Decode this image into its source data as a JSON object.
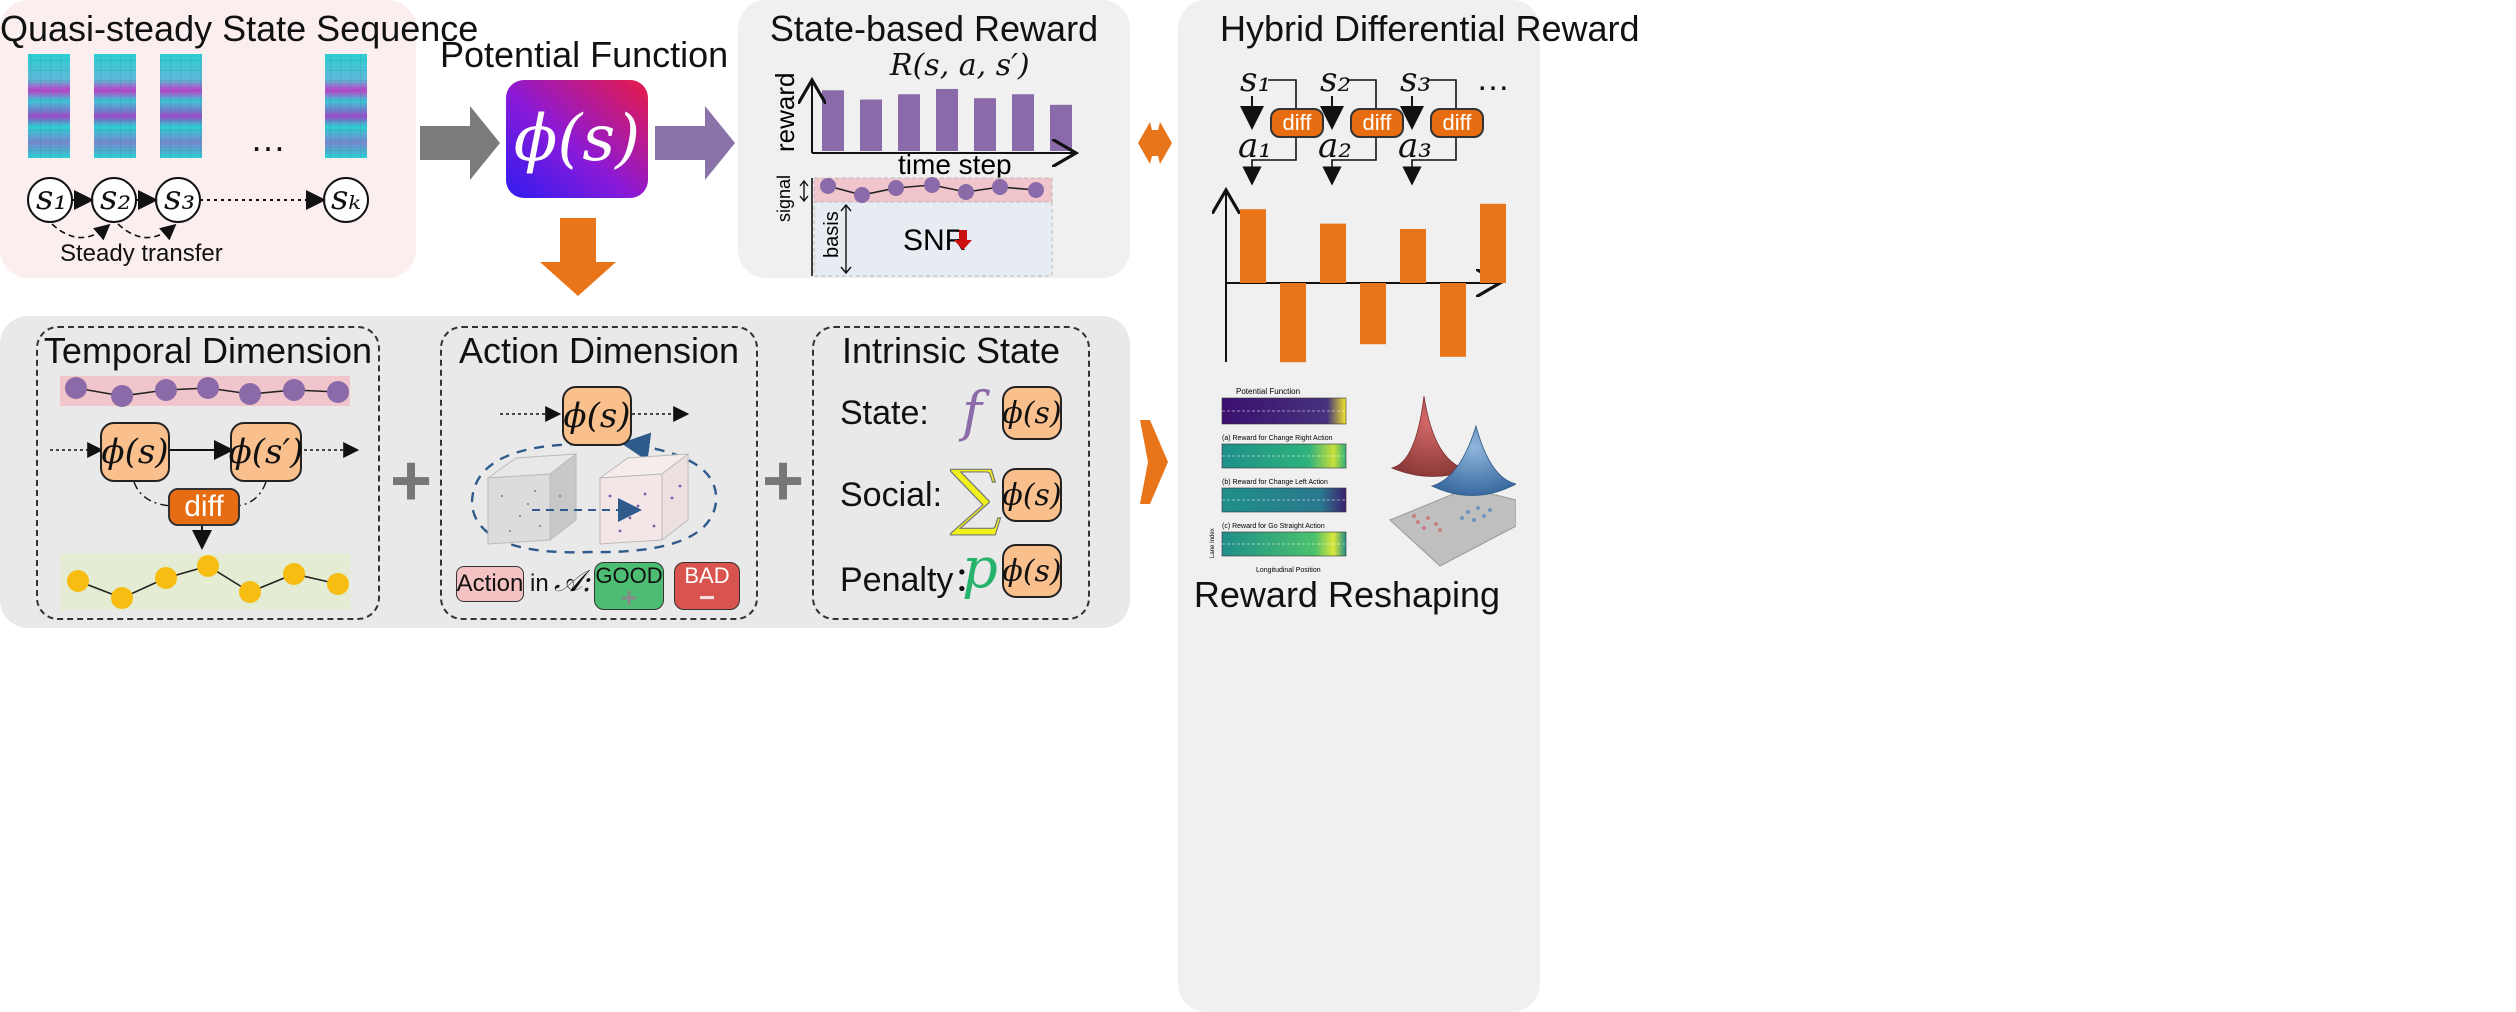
{
  "panels": {
    "sequence": {
      "title": "Quasi-steady State Sequence",
      "states": [
        "s₁",
        "s₂",
        "s₃",
        "sₖ"
      ],
      "ellipsis": "…",
      "transfer_label": "Steady transfer"
    },
    "potential": {
      "title": "Potential Function",
      "formula": "ϕ(s)"
    },
    "state_reward": {
      "title": "State-based Reward",
      "formula": "R(s, a, s′)",
      "ylabel": "reward",
      "xlabel": "time step",
      "signal_label": "signal",
      "basis_label": "basis",
      "snr_label": "SNR"
    },
    "hybrid": {
      "title": "Hybrid Differential Reward",
      "states": [
        "s₁",
        "s₂",
        "s₃"
      ],
      "actions": [
        "a₁",
        "a₂",
        "a₃"
      ],
      "ellipsis": "…",
      "diff_label": "diff"
    },
    "reshaping": {
      "title": "Reward Reshaping",
      "heatmap_titles": [
        "Potential Function",
        "(a) Reward for Change Right Action",
        "(b) Reward for Change Left Action",
        "(c) Reward for Go Straight Action"
      ],
      "heatmap_xlabel": "Longitudinal Position",
      "heatmap_ylabel": "Lane Index"
    },
    "temporal": {
      "title": "Temporal Dimension",
      "phi_s": "ϕ(s)",
      "phi_s_prime": "ϕ(s′)",
      "diff_label": "diff"
    },
    "action": {
      "title": "Action Dimension",
      "phi_s": "ϕ(s)",
      "action_label": "Action",
      "in_label": "in",
      "set_symbol": "𝒜:",
      "good_label": "GOOD",
      "good_sign": "+",
      "bad_label": "BAD",
      "bad_sign": "−"
    },
    "intrinsic": {
      "title": "Intrinsic State",
      "rows": [
        {
          "label": "State:",
          "symbol": "f",
          "phi": "ϕ(s)"
        },
        {
          "label": "Social:",
          "symbol": "∑",
          "phi": "ϕ(s)"
        },
        {
          "label": "Penalty：",
          "symbol": "p",
          "phi": "ϕ(s)"
        }
      ]
    },
    "operators": {
      "plus": "+"
    }
  },
  "colors": {
    "sequence_bg": "#fbeeee",
    "grey_bg": "#f0f0f0",
    "bottom_bg": "#e9e9e9",
    "arrow_grey": "#7b7b7b",
    "arrow_purple": "#8a73a8",
    "arrow_orange": "#e8751a",
    "bar_purple": "#8a6aa8",
    "bar_orange": "#e8751a",
    "dot_purple": "#8a6aa8",
    "dot_yellow": "#f7bd12",
    "phi_box": "#f9c08e",
    "diff_box": "#e66d12",
    "good": "#4dbd74",
    "bad": "#d9534f",
    "action_box": "#f4c2c2",
    "state_symbol": "#8a6aa8",
    "social_symbol": "#f0f01a",
    "penalty_symbol": "#27b36b"
  },
  "chart_data": [
    {
      "type": "bar",
      "ylabel": "reward",
      "xlabel": "time step",
      "values": [
        0.92,
        0.78,
        0.86,
        0.94,
        0.8,
        0.86,
        0.7
      ]
    },
    {
      "type": "bar",
      "values": [
        0.82,
        -0.88,
        0.66,
        -0.68,
        0.6,
        -0.82,
        0.88
      ]
    }
  ]
}
